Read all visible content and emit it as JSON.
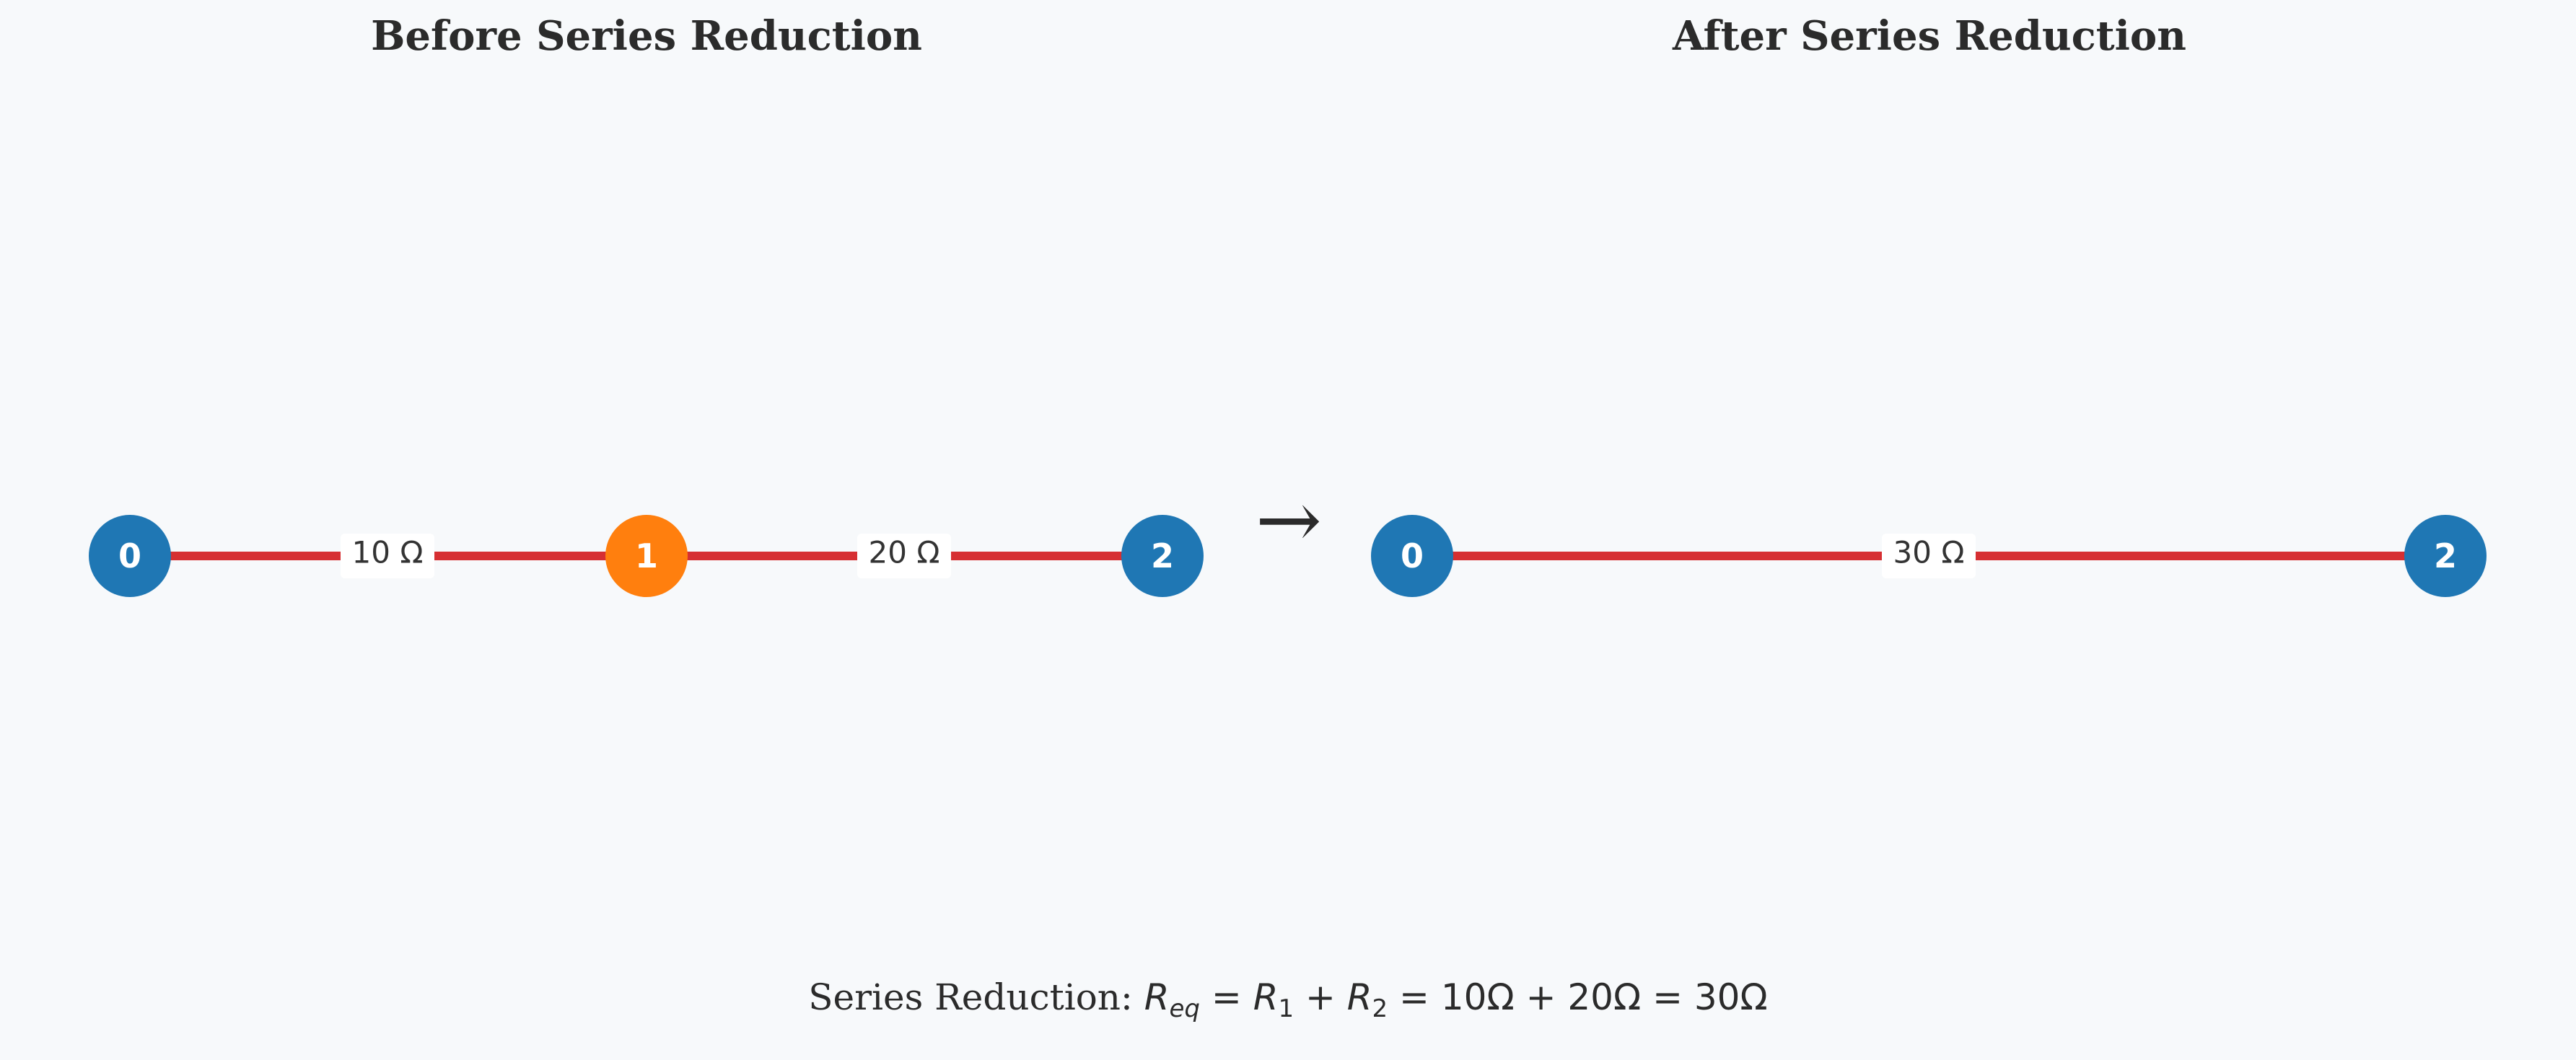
{
  "titles": {
    "before": "Before Series Reduction",
    "after": "After Series Reduction"
  },
  "arrow": "→",
  "before": {
    "nodes": [
      {
        "label": "0",
        "color": "#1f77b4"
      },
      {
        "label": "1",
        "color": "#ff7f0e"
      },
      {
        "label": "2",
        "color": "#1f77b4"
      }
    ],
    "edges": [
      {
        "from": "0",
        "to": "1",
        "label": "10 Ω",
        "resistance": 10
      },
      {
        "from": "1",
        "to": "2",
        "label": "20 Ω",
        "resistance": 20
      }
    ]
  },
  "after": {
    "nodes": [
      {
        "label": "0",
        "color": "#1f77b4"
      },
      {
        "label": "2",
        "color": "#1f77b4"
      }
    ],
    "edges": [
      {
        "from": "0",
        "to": "2",
        "label": "30 Ω",
        "resistance": 30
      }
    ]
  },
  "colors": {
    "edge": "#d62f32",
    "terminal_node": "#1f77b4",
    "internal_node": "#ff7f0e",
    "background": "#f7f9fb"
  },
  "formula": {
    "prefix": "Series Reduction: ",
    "R": "R",
    "eq_sub": "eq",
    "sub1": "1",
    "sub2": "2",
    "values": "10Ω + 20Ω = 30Ω"
  }
}
